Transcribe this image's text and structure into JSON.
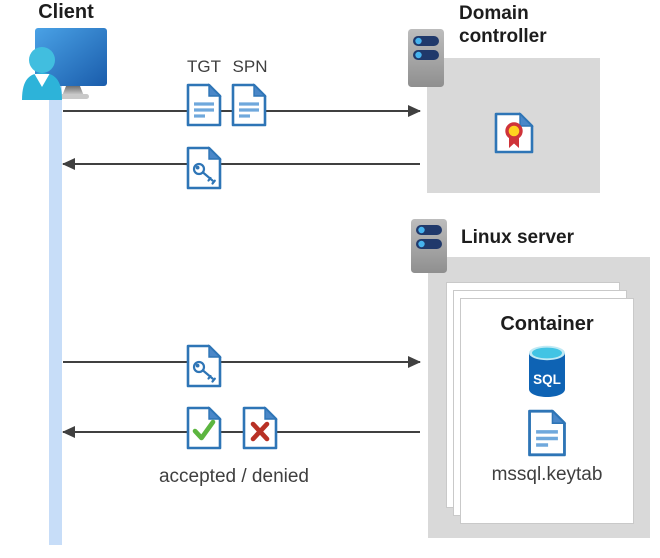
{
  "client": {
    "label": "Client"
  },
  "domain_controller": {
    "label": "Domain controller"
  },
  "linux_server": {
    "label": "Linux server"
  },
  "container": {
    "label": "Container",
    "sql_badge": "SQL",
    "keytab_label": "mssql.keytab"
  },
  "flows": {
    "tgt_label": "TGT",
    "spn_label": "SPN",
    "accepted_denied_label": "accepted / denied"
  },
  "icons": [
    "client-user-monitor-icon",
    "server-icon",
    "ticket-document-icon",
    "key-document-icon",
    "certificate-icon",
    "accepted-document-icon",
    "denied-document-icon",
    "sql-database-icon",
    "keytab-document-icon"
  ],
  "colors": {
    "document_border_blue": "#2e75b6",
    "document_fold_blue": "#4a87c8",
    "document_lines_blue": "#6fa8dc",
    "arrow_gray": "#404040",
    "box_gray": "#d9d9d9",
    "lifeline_blue": "#c7ddf8",
    "server_pill_navy": "#20396b",
    "server_dot_blue": "#46b3ee",
    "monitor_blue": "#2d7fd0",
    "person_cyan": "#33b8dc",
    "sql_body_blue": "#0e63b4",
    "sql_top_cyan": "#41c4e4",
    "check_green": "#5cb53f",
    "cross_red": "#b83125",
    "seal_yellow": "#ffd21f",
    "seal_red": "#cf3339"
  }
}
